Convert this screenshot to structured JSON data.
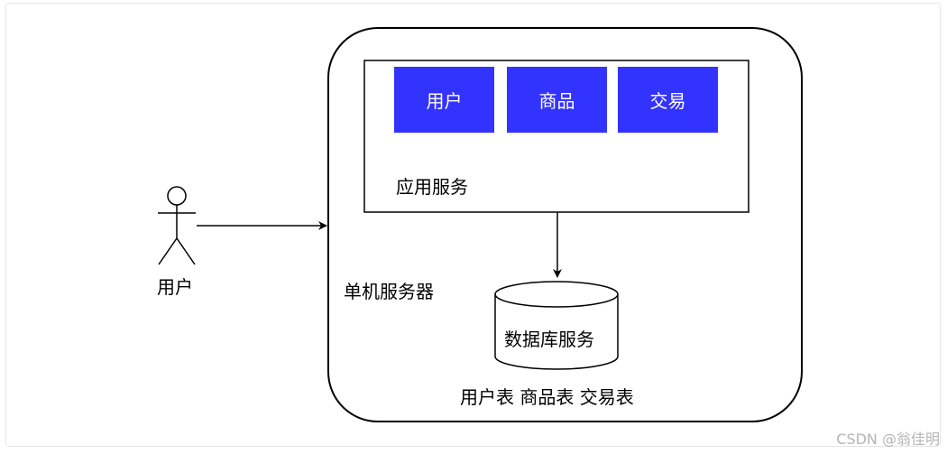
{
  "actor": {
    "label": "用户"
  },
  "server": {
    "label": "单机服务器"
  },
  "app_service": {
    "label": "应用服务",
    "modules": [
      {
        "label": "用户"
      },
      {
        "label": "商品"
      },
      {
        "label": "交易"
      }
    ]
  },
  "database": {
    "label": "数据库服务",
    "tables_label": "用户表 商品表 交易表"
  },
  "colors": {
    "module_fill": "#3333ff",
    "stroke": "#000000"
  },
  "watermark": "CSDN @翁佳明"
}
